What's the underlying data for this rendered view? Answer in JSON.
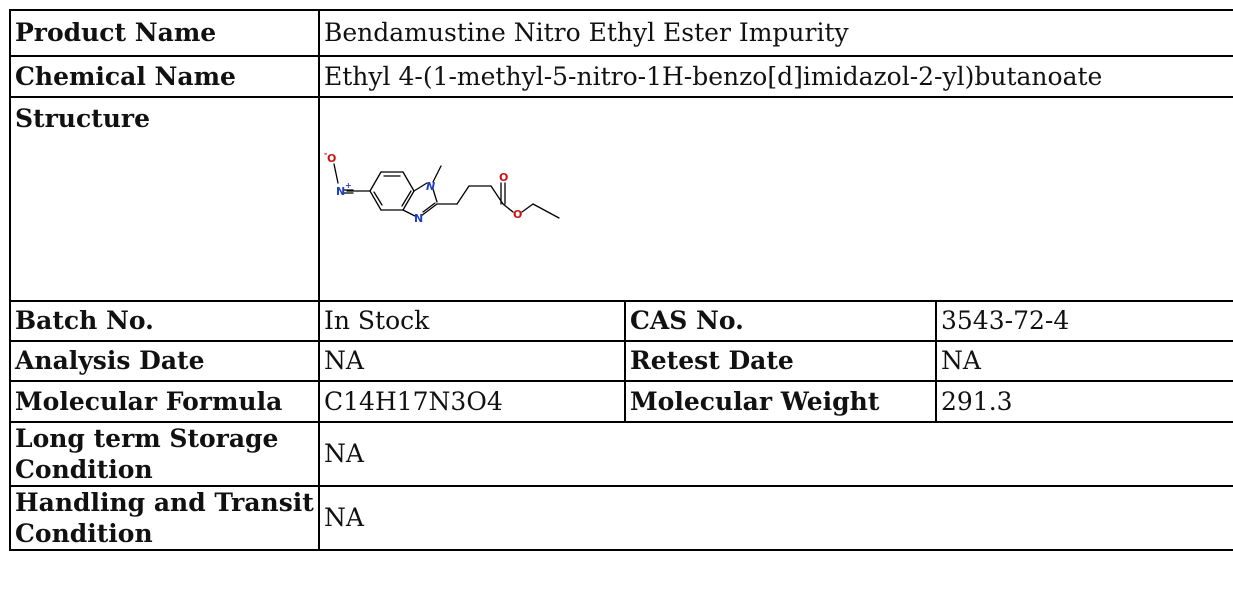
{
  "rows": {
    "product_name": {
      "label": "Product Name",
      "value": "Bendamustine Nitro Ethyl Ester Impurity"
    },
    "chemical_name": {
      "label": "Chemical Name",
      "value": "Ethyl 4-(1-methyl-5-nitro-1H-benzo[d]imidazol-2-yl)butanoate"
    },
    "structure": {
      "label": "Structure",
      "atoms": {
        "o_minus": "O",
        "charge_minus": "-",
        "n_plus": "N",
        "charge_plus": "+",
        "n_methyl": "N",
        "n_ring": "N",
        "o_carbonyl": "O",
        "o_ester": "O"
      },
      "colors": {
        "nitrogen": "#1f3fbf",
        "oxygen": "#cc1111",
        "bond": "#000000"
      }
    },
    "batch": {
      "label": "Batch No.",
      "value": "In Stock",
      "label2": "CAS No.",
      "value2": "3543-72-4"
    },
    "analysis": {
      "label": "Analysis Date",
      "value": "NA",
      "label2": "Retest Date",
      "value2": "NA"
    },
    "formula": {
      "label": "Molecular Formula",
      "value": "C14H17N3O4",
      "label2": "Molecular Weight",
      "value2": "291.3"
    },
    "storage": {
      "label": "Long term Storage Condition",
      "value": "NA"
    },
    "handling": {
      "label": "Handling and Transit Condition",
      "value": "NA"
    }
  }
}
